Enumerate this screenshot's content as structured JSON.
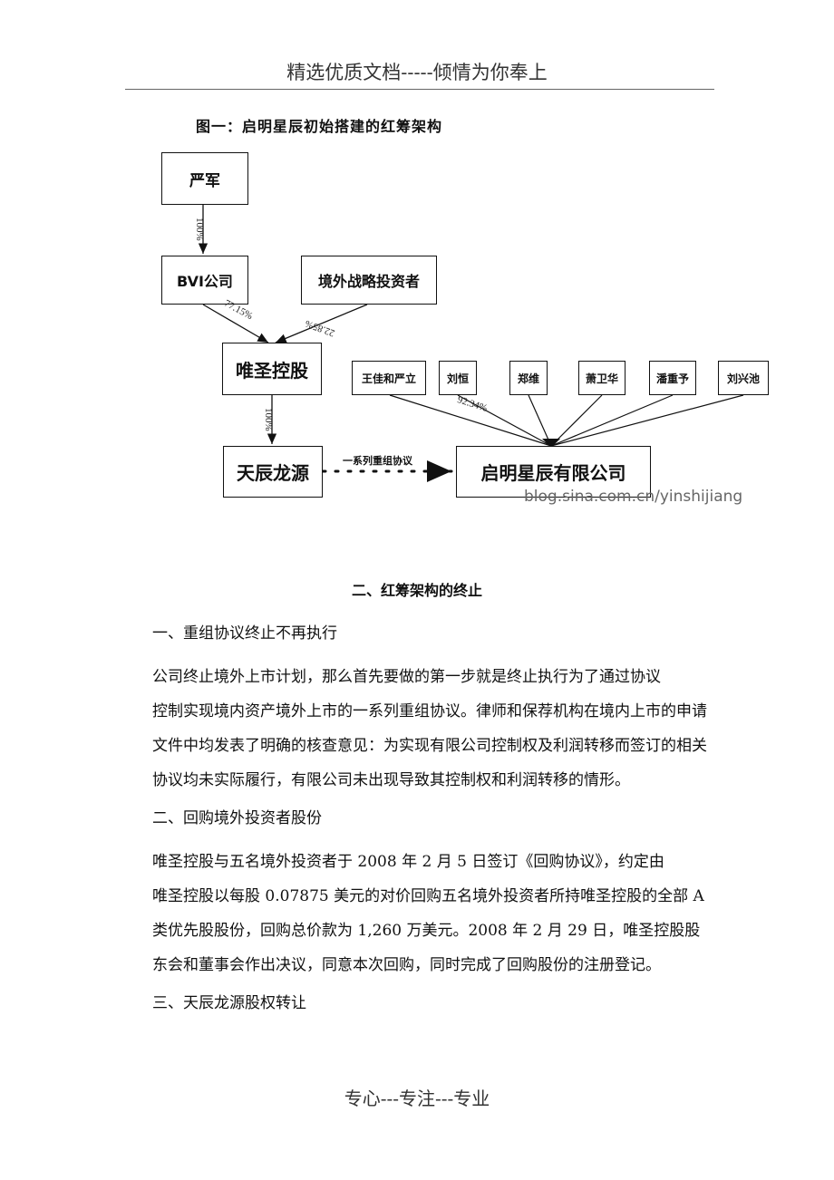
{
  "header": "精选优质文档-----倾情为你奉上",
  "figure": {
    "title": "图一：启明星辰初始搭建的红筹架构",
    "boxes": {
      "yanjun": "严军",
      "bvi": "BVI公司",
      "strategic": "境外战略投资者",
      "weisheng": "唯圣控股",
      "tianchen": "天辰龙源",
      "qiming": "启明星辰有限公司"
    },
    "individuals": [
      "王佳和严立",
      "刘恒",
      "郑维",
      "萧卫华",
      "潘重予",
      "刘兴池"
    ],
    "pct_yan_bvi": "100%",
    "pct_bvi_weisheng": "77.15%",
    "pct_strategic_weisheng": "22.85%",
    "pct_weisheng_tianchen": "100%",
    "pct_individuals": "92.34%",
    "agreement_label": "一系列重组协议",
    "watermark": "blog.sina.com.cn/yinshijiang"
  },
  "section_title": "二、红筹架构的终止",
  "sub1": "一、重组协议终止不再执行",
  "para1": {
    "line1": "公司终止境外上市计划，那么首先要做的第一步就是终止执行为了通过协议",
    "rest": "控制实现境内资产境外上市的一系列重组协议。律师和保荐机构在境内上市的申请文件中均发表了明确的核查意见：为实现有限公司控制权及利润转移而签订的相关协议均未实际履行，有限公司未出现导致其控制权和利润转移的情形。"
  },
  "sub2": "二、回购境外投资者股份",
  "para2": {
    "line1": "唯圣控股与五名境外投资者于 2008 年 2 月 5 日签订《回购协议》，约定由",
    "rest": "唯圣控股以每股 0.07875 美元的对价回购五名境外投资者所持唯圣控股的全部 A 类优先股股份，回购总价款为 1,260 万美元。2008 年 2 月 29 日，唯圣控股股东会和董事会作出决议，同意本次回购，同时完成了回购股份的注册登记。"
  },
  "sub3": "三、天辰龙源股权转让",
  "footer": "专心---专注---专业"
}
